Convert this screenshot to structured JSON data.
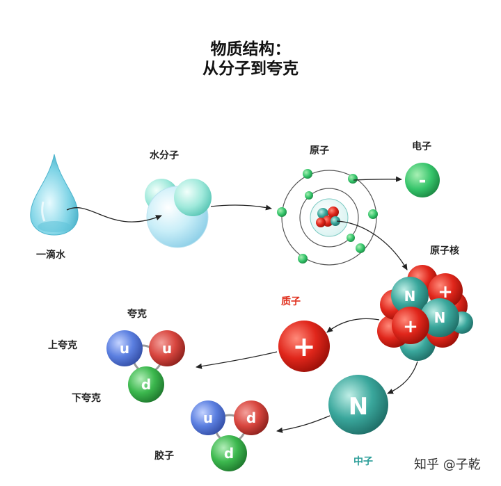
{
  "title": {
    "line1": "物质结构：",
    "line2": "从分子到夸克"
  },
  "labels": {
    "drop": "一滴水",
    "water_molecule": "水分子",
    "atom": "原子",
    "electron": "电子",
    "nucleus": "原子核",
    "proton": "质子",
    "neutron": "中子",
    "quark": "夸克",
    "up_quark": "上夸克",
    "down_quark": "下夸克",
    "gluon": "胶子"
  },
  "symbols": {
    "electron": "-",
    "proton": "+",
    "neutron": "N",
    "up": "u",
    "down": "d"
  },
  "watermark": "知乎 @子乾",
  "colors": {
    "electron": "#35c46a",
    "proton": "#e0261b",
    "neutron": "#2f9e93",
    "quark_up_blue": "#5b7fe0",
    "quark_up_red": "#d8463f",
    "quark_down_green": "#3cb84e",
    "water": "#8fdcea"
  }
}
